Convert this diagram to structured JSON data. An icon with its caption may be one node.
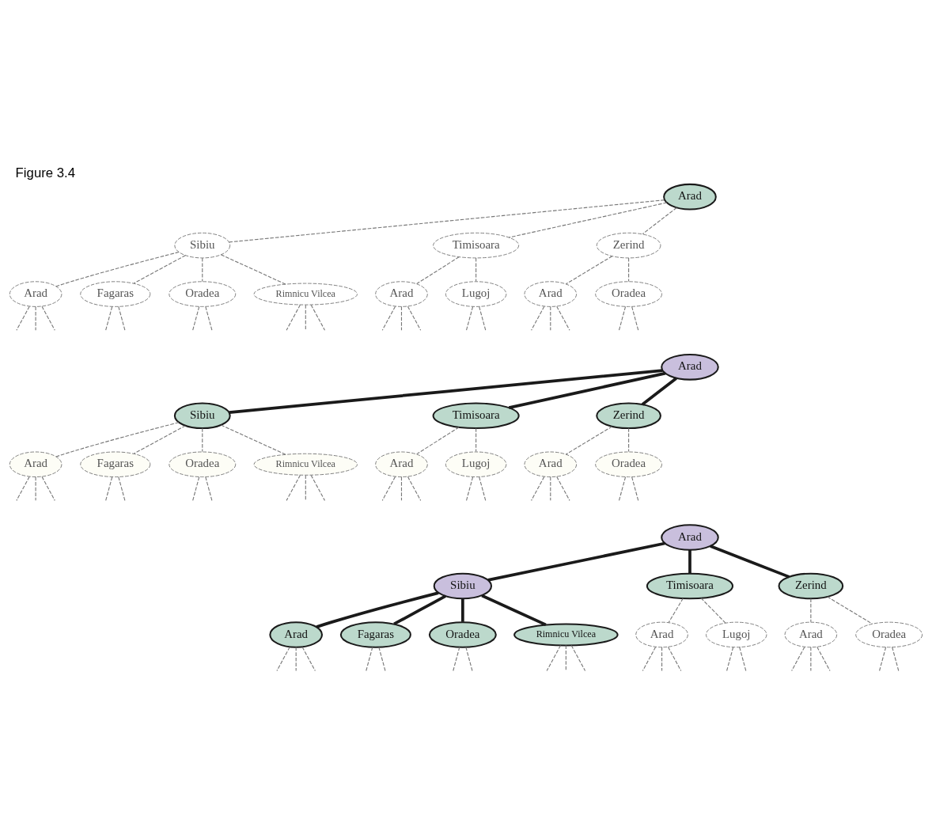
{
  "diagram": {
    "title": "Figure 3.4",
    "nodes": [
      {
        "text": [
          "Arad"
        ]
      },
      {
        "text": [
          "Sibiu"
        ]
      },
      {
        "text": [
          "Timisoara"
        ]
      },
      {
        "text": [
          "Zerind"
        ]
      },
      {
        "text": [
          "Arad"
        ]
      },
      {
        "text": [
          "Fagaras"
        ]
      },
      {
        "text": [
          "Oradea"
        ]
      },
      {
        "text": [
          "Rimnicu Vilcea"
        ]
      },
      {
        "text": [
          "Arad"
        ]
      },
      {
        "text": [
          "Lugoj"
        ]
      },
      {
        "text": [
          "Arad"
        ]
      },
      {
        "text": [
          "Oradea"
        ]
      },
      {
        "text": [
          "Arad"
        ]
      },
      {
        "text": [
          "Sibiu"
        ]
      },
      {
        "text": [
          "Timisoara"
        ]
      },
      {
        "text": [
          "Zerind"
        ]
      },
      {
        "text": [
          "Arad"
        ]
      },
      {
        "text": [
          "Fagaras"
        ]
      },
      {
        "text": [
          "Oradea"
        ]
      },
      {
        "text": [
          "Rimnicu Vilcea"
        ]
      },
      {
        "text": [
          "Arad"
        ]
      },
      {
        "text": [
          "Lugoj"
        ]
      },
      {
        "text": [
          "Arad"
        ]
      },
      {
        "text": [
          "Oradea"
        ]
      },
      {
        "text": [
          "Arad"
        ]
      },
      {
        "text": [
          "Sibiu"
        ]
      },
      {
        "text": [
          "Timisoara"
        ]
      },
      {
        "text": [
          "Zerind"
        ]
      },
      {
        "text": [
          "Arad"
        ]
      },
      {
        "text": [
          "Fagaras"
        ]
      },
      {
        "text": [
          "Oradea"
        ]
      },
      {
        "text": [
          "Rimnicu Vilcea"
        ]
      },
      {
        "text": [
          "Arad"
        ]
      },
      {
        "text": [
          "Lugoj"
        ]
      },
      {
        "text": [
          "Arad"
        ]
      },
      {
        "text": [
          "Oradea"
        ]
      }
    ],
    "edges": [
      {
        "from": 0,
        "to": 1,
        "arrow": "none",
        "style": "dashed"
      },
      {
        "from": 0,
        "to": 2,
        "arrow": "none",
        "style": "dashed"
      },
      {
        "from": 0,
        "to": 3,
        "arrow": "none",
        "style": "dashed"
      },
      {
        "from": 1,
        "to": 4,
        "arrow": "none",
        "style": "dashed"
      },
      {
        "from": 1,
        "to": 5,
        "arrow": "none",
        "style": "dashed"
      },
      {
        "from": 1,
        "to": 6,
        "arrow": "none",
        "style": "dashed"
      },
      {
        "from": 1,
        "to": 7,
        "arrow": "none",
        "style": "dashed"
      },
      {
        "from": 2,
        "to": 8,
        "arrow": "none",
        "style": "dashed"
      },
      {
        "from": 2,
        "to": 9,
        "arrow": "none",
        "style": "dashed"
      },
      {
        "from": 3,
        "to": 10,
        "arrow": "none",
        "style": "dashed"
      },
      {
        "from": 3,
        "to": 11,
        "arrow": "none",
        "style": "dashed"
      },
      {
        "from": 4,
        "to": null,
        "arrow": "none",
        "style": "dashed"
      },
      {
        "from": 4,
        "to": null,
        "arrow": "none",
        "style": "dashed"
      },
      {
        "from": 4,
        "to": null,
        "arrow": "none",
        "style": "dashed"
      },
      {
        "from": 5,
        "to": null,
        "arrow": "none",
        "style": "dashed"
      },
      {
        "from": 5,
        "to": null,
        "arrow": "none",
        "style": "dashed"
      },
      {
        "from": 6,
        "to": null,
        "arrow": "none",
        "style": "dashed"
      },
      {
        "from": 6,
        "to": null,
        "arrow": "none",
        "style": "dashed"
      },
      {
        "from": 7,
        "to": null,
        "arrow": "none",
        "style": "dashed"
      },
      {
        "from": 7,
        "to": null,
        "arrow": "none",
        "style": "dashed"
      },
      {
        "from": 7,
        "to": null,
        "arrow": "none",
        "style": "dashed"
      },
      {
        "from": 8,
        "to": null,
        "arrow": "none",
        "style": "dashed"
      },
      {
        "from": 8,
        "to": null,
        "arrow": "none",
        "style": "dashed"
      },
      {
        "from": 8,
        "to": null,
        "arrow": "none",
        "style": "dashed"
      },
      {
        "from": 9,
        "to": null,
        "arrow": "none",
        "style": "dashed"
      },
      {
        "from": 9,
        "to": null,
        "arrow": "none",
        "style": "dashed"
      },
      {
        "from": 10,
        "to": null,
        "arrow": "none",
        "style": "dashed"
      },
      {
        "from": 10,
        "to": null,
        "arrow": "none",
        "style": "dashed"
      },
      {
        "from": 10,
        "to": null,
        "arrow": "none",
        "style": "dashed"
      },
      {
        "from": 11,
        "to": null,
        "arrow": "none",
        "style": "dashed"
      },
      {
        "from": 11,
        "to": null,
        "arrow": "none",
        "style": "dashed"
      },
      {
        "from": 12,
        "to": 13,
        "arrow": "none",
        "style": "thick",
        "color": "#1a1a1a"
      },
      {
        "from": 12,
        "to": 14,
        "arrow": "none",
        "style": "thick",
        "color": "#1a1a1a"
      },
      {
        "from": 12,
        "to": 15,
        "arrow": "none",
        "style": "thick",
        "color": "#1a1a1a"
      },
      {
        "from": 13,
        "to": 16,
        "arrow": "none",
        "style": "dashed"
      },
      {
        "from": 13,
        "to": 17,
        "arrow": "none",
        "style": "dashed"
      },
      {
        "from": 13,
        "to": 18,
        "arrow": "none",
        "style": "dashed"
      },
      {
        "from": 13,
        "to": 19,
        "arrow": "none",
        "style": "dashed"
      },
      {
        "from": 14,
        "to": 20,
        "arrow": "none",
        "style": "dashed"
      },
      {
        "from": 14,
        "to": 21,
        "arrow": "none",
        "style": "dashed"
      },
      {
        "from": 15,
        "to": 22,
        "arrow": "none",
        "style": "dashed"
      },
      {
        "from": 15,
        "to": 23,
        "arrow": "none",
        "style": "dashed"
      },
      {
        "from": 16,
        "to": null,
        "arrow": "none",
        "style": "dashed"
      },
      {
        "from": 16,
        "to": null,
        "arrow": "none",
        "style": "dashed"
      },
      {
        "from": 16,
        "to": null,
        "arrow": "none",
        "style": "dashed"
      },
      {
        "from": 17,
        "to": null,
        "arrow": "none",
        "style": "dashed"
      },
      {
        "from": 17,
        "to": null,
        "arrow": "none",
        "style": "dashed"
      },
      {
        "from": 18,
        "to": null,
        "arrow": "none",
        "style": "dashed"
      },
      {
        "from": 18,
        "to": null,
        "arrow": "none",
        "style": "dashed"
      },
      {
        "from": 19,
        "to": null,
        "arrow": "none",
        "style": "dashed"
      },
      {
        "from": 19,
        "to": null,
        "arrow": "none",
        "style": "dashed"
      },
      {
        "from": 19,
        "to": null,
        "arrow": "none",
        "style": "dashed"
      },
      {
        "from": 20,
        "to": null,
        "arrow": "none",
        "style": "dashed"
      },
      {
        "from": 20,
        "to": null,
        "arrow": "none",
        "style": "dashed"
      },
      {
        "from": 20,
        "to": null,
        "arrow": "none",
        "style": "dashed"
      },
      {
        "from": 21,
        "to": null,
        "arrow": "none",
        "style": "dashed"
      },
      {
        "from": 21,
        "to": null,
        "arrow": "none",
        "style": "dashed"
      },
      {
        "from": 22,
        "to": null,
        "arrow": "none",
        "style": "dashed"
      },
      {
        "from": 22,
        "to": null,
        "arrow": "none",
        "style": "dashed"
      },
      {
        "from": 22,
        "to": null,
        "arrow": "none",
        "style": "dashed"
      },
      {
        "from": 23,
        "to": null,
        "arrow": "none",
        "style": "dashed"
      },
      {
        "from": 23,
        "to": null,
        "arrow": "none",
        "style": "dashed"
      },
      {
        "from": 24,
        "to": 25,
        "arrow": "none",
        "style": "thick",
        "color": "#1a1a1a"
      },
      {
        "from": 24,
        "to": 26,
        "arrow": "none",
        "style": "thick",
        "color": "#1a1a1a"
      },
      {
        "from": 24,
        "to": 27,
        "arrow": "none",
        "style": "thick",
        "color": "#1a1a1a"
      },
      {
        "from": 25,
        "to": 28,
        "arrow": "none",
        "style": "thick",
        "color": "#1a1a1a"
      },
      {
        "from": 25,
        "to": 29,
        "arrow": "none",
        "style": "thick",
        "color": "#1a1a1a"
      },
      {
        "from": 25,
        "to": 30,
        "arrow": "none",
        "style": "thick",
        "color": "#1a1a1a"
      },
      {
        "from": 25,
        "to": 31,
        "arrow": "none",
        "style": "thick",
        "color": "#1a1a1a"
      },
      {
        "from": 26,
        "to": 32,
        "arrow": "none",
        "style": "dashed"
      },
      {
        "from": 26,
        "to": 33,
        "arrow": "none",
        "style": "dashed"
      },
      {
        "from": 27,
        "to": 34,
        "arrow": "none",
        "style": "dashed"
      },
      {
        "from": 27,
        "to": 35,
        "arrow": "none",
        "style": "dashed"
      },
      {
        "from": 28,
        "to": null,
        "arrow": "none",
        "style": "dashed"
      },
      {
        "from": 28,
        "to": null,
        "arrow": "none",
        "style": "dashed"
      },
      {
        "from": 28,
        "to": null,
        "arrow": "none",
        "style": "dashed"
      },
      {
        "from": 29,
        "to": null,
        "arrow": "none",
        "style": "dashed"
      },
      {
        "from": 29,
        "to": null,
        "arrow": "none",
        "style": "dashed"
      },
      {
        "from": 30,
        "to": null,
        "arrow": "none",
        "style": "dashed"
      },
      {
        "from": 30,
        "to": null,
        "arrow": "none",
        "style": "dashed"
      },
      {
        "from": 31,
        "to": null,
        "arrow": "none",
        "style": "dashed"
      },
      {
        "from": 31,
        "to": null,
        "arrow": "none",
        "style": "dashed"
      },
      {
        "from": 31,
        "to": null,
        "arrow": "none",
        "style": "dashed"
      },
      {
        "from": 32,
        "to": null,
        "arrow": "none",
        "style": "dashed"
      },
      {
        "from": 32,
        "to": null,
        "arrow": "none",
        "style": "dashed"
      },
      {
        "from": 32,
        "to": null,
        "arrow": "none",
        "style": "dashed"
      },
      {
        "from": 33,
        "to": null,
        "arrow": "none",
        "style": "dashed"
      },
      {
        "from": 33,
        "to": null,
        "arrow": "none",
        "style": "dashed"
      },
      {
        "from": 34,
        "to": null,
        "arrow": "none",
        "style": "dashed"
      },
      {
        "from": 34,
        "to": null,
        "arrow": "none",
        "style": "dashed"
      },
      {
        "from": 34,
        "to": null,
        "arrow": "none",
        "style": "dashed"
      },
      {
        "from": 35,
        "to": null,
        "arrow": "none",
        "style": "dashed"
      },
      {
        "from": 35,
        "to": null,
        "arrow": "none",
        "style": "dashed"
      }
    ]
  }
}
